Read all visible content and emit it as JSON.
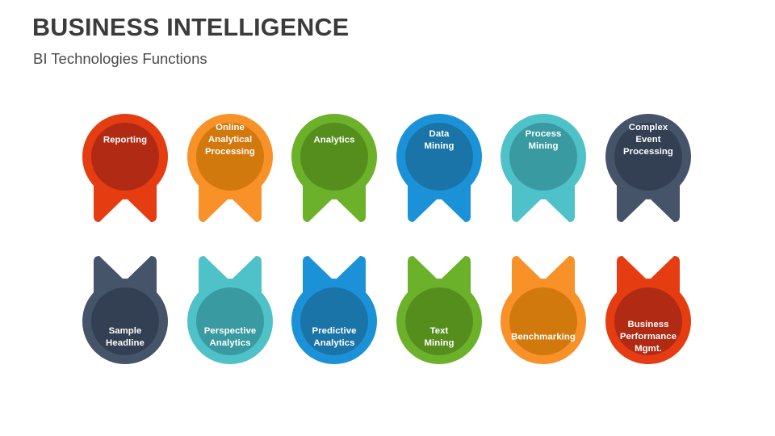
{
  "slide": {
    "title": "BUSINESS INTELLIGENCE",
    "subtitle": "BI Technologies Functions",
    "background_color": "#ffffff",
    "title_color": "#3b3b3b",
    "subtitle_color": "#4a4a4a",
    "label_color": "#ffffff"
  },
  "badges": [
    {
      "id": "reporting",
      "label": "Reporting",
      "row": 1,
      "column": 1,
      "outer_color": "#e63c11",
      "inner_color": "#b02a14"
    },
    {
      "id": "online-analytical-processing",
      "label": "Online\nAnalytical\nProcessing",
      "row": 1,
      "column": 2,
      "outer_color": "#f79128",
      "inner_color": "#d2790e"
    },
    {
      "id": "analytics",
      "label": "Analytics",
      "row": 1,
      "column": 3,
      "outer_color": "#6cb12a",
      "inner_color": "#568e1e"
    },
    {
      "id": "data-mining",
      "label": "Data\nMining",
      "row": 1,
      "column": 4,
      "outer_color": "#1b92d8",
      "inner_color": "#1b74a8"
    },
    {
      "id": "process-mining",
      "label": "Process\nMining",
      "row": 1,
      "column": 5,
      "outer_color": "#4ec2c8",
      "inner_color": "#3a9aa2"
    },
    {
      "id": "complex-event-processing",
      "label": "Complex\nEvent\nProcessing",
      "row": 1,
      "column": 6,
      "outer_color": "#46546a",
      "inner_color": "#333f52"
    },
    {
      "id": "sample-headline",
      "label": "Sample\nHeadline",
      "row": 2,
      "column": 1,
      "outer_color": "#46546a",
      "inner_color": "#333f52"
    },
    {
      "id": "perspective-analytics",
      "label": "Perspective\nAnalytics",
      "row": 2,
      "column": 2,
      "outer_color": "#4ec2c8",
      "inner_color": "#3a9aa2"
    },
    {
      "id": "predictive-analytics",
      "label": "Predictive\nAnalytics",
      "row": 2,
      "column": 3,
      "outer_color": "#1b92d8",
      "inner_color": "#1b74a8"
    },
    {
      "id": "text-mining",
      "label": "Text\nMining",
      "row": 2,
      "column": 4,
      "outer_color": "#6cb12a",
      "inner_color": "#568e1e"
    },
    {
      "id": "benchmarking",
      "label": "Benchmarking",
      "row": 2,
      "column": 5,
      "outer_color": "#f79128",
      "inner_color": "#d2790e"
    },
    {
      "id": "business-performance-mgmt",
      "label": "Business\nPerformance\nMgmt.",
      "row": 2,
      "column": 6,
      "outer_color": "#e63c11",
      "inner_color": "#b02a14"
    }
  ]
}
